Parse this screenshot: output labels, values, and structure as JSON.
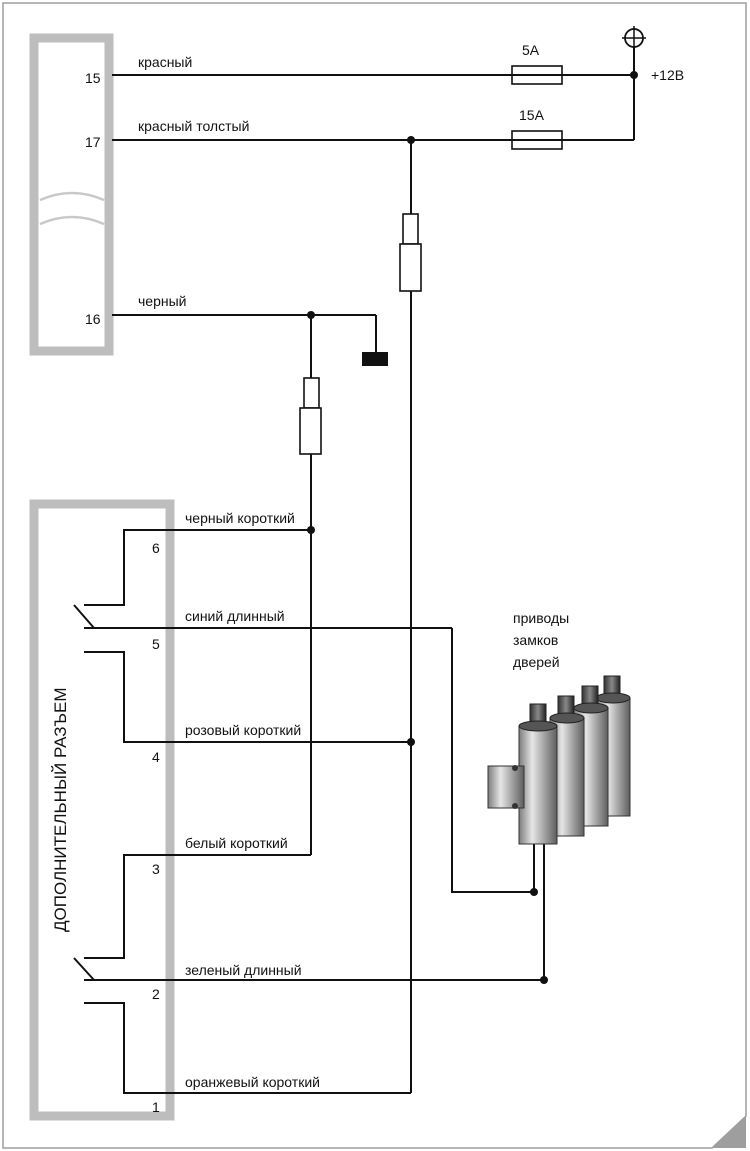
{
  "main_connector": {
    "pins": [
      {
        "number": "15",
        "wire": "красный"
      },
      {
        "number": "17",
        "wire": "красный толстый"
      },
      {
        "number": "16",
        "wire": "черный"
      }
    ]
  },
  "fuses": [
    {
      "rating": "5A"
    },
    {
      "rating": "15A"
    }
  ],
  "power_label": "+12В",
  "aux_connector": {
    "title": "ДОПОЛНИТЕЛЬНЫЙ РАЗЪЕМ",
    "pins": [
      {
        "number": "6",
        "wire": "черный короткий"
      },
      {
        "number": "5",
        "wire": "синий длинный"
      },
      {
        "number": "4",
        "wire": "розовый короткий"
      },
      {
        "number": "3",
        "wire": "белый короткий"
      },
      {
        "number": "2",
        "wire": "зеленый длинный"
      },
      {
        "number": "1",
        "wire": "оранжевый короткий"
      }
    ]
  },
  "actuators_label": [
    "приводы",
    "замков",
    "дверей"
  ],
  "colors": {
    "wire": "#111111",
    "connector_frame": "#bdbdbd",
    "page_border": "#9e9e9e",
    "actuator_body": "#a8a8a8"
  }
}
